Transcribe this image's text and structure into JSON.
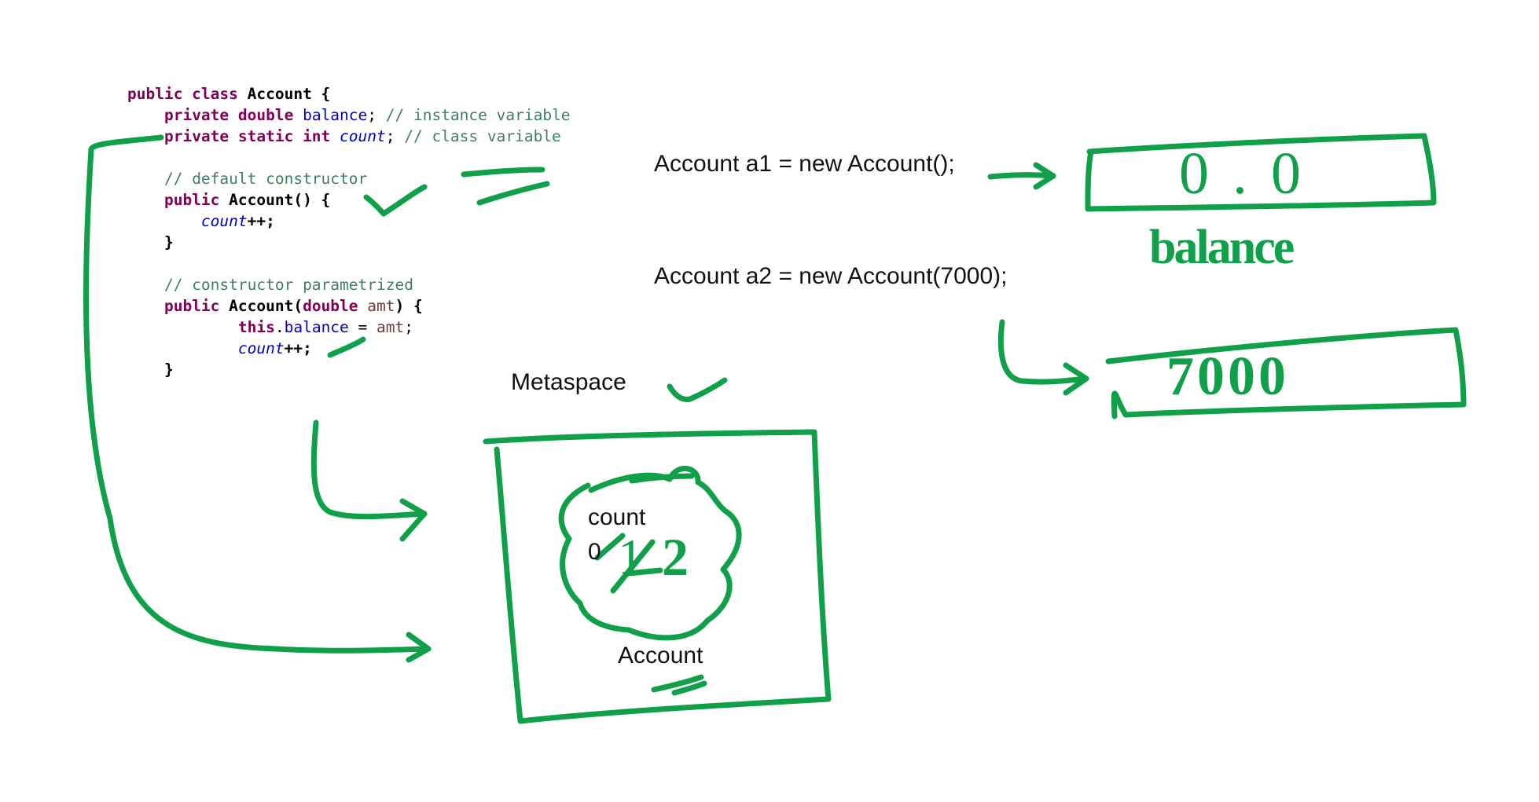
{
  "code": {
    "lines": [
      [
        {
          "t": "public class ",
          "c": "kw"
        },
        {
          "t": "Account {",
          "c": "b"
        }
      ],
      [
        {
          "t": "    "
        },
        {
          "t": "private double ",
          "c": "kw"
        },
        {
          "t": "balance",
          "c": "fd"
        },
        {
          "t": "; "
        },
        {
          "t": "// instance variable",
          "c": "cm"
        }
      ],
      [
        {
          "t": "    "
        },
        {
          "t": "private static int ",
          "c": "kw"
        },
        {
          "t": "count",
          "c": "st"
        },
        {
          "t": "; "
        },
        {
          "t": "// class variable",
          "c": "cm"
        }
      ],
      [
        {
          "t": ""
        }
      ],
      [
        {
          "t": "    "
        },
        {
          "t": "// default constructor",
          "c": "cm"
        }
      ],
      [
        {
          "t": "    "
        },
        {
          "t": "public ",
          "c": "kw"
        },
        {
          "t": "Account() {",
          "c": "b"
        }
      ],
      [
        {
          "t": "        "
        },
        {
          "t": "count",
          "c": "st"
        },
        {
          "t": "++;",
          "c": "b"
        }
      ],
      [
        {
          "t": "    "
        },
        {
          "t": "}",
          "c": "b"
        }
      ],
      [
        {
          "t": ""
        }
      ],
      [
        {
          "t": "    "
        },
        {
          "t": "// constructor parametrized",
          "c": "cm"
        }
      ],
      [
        {
          "t": "    "
        },
        {
          "t": "public ",
          "c": "kw"
        },
        {
          "t": "Account(",
          "c": "b"
        },
        {
          "t": "double ",
          "c": "kw"
        },
        {
          "t": "amt",
          "c": "pm"
        },
        {
          "t": ") {",
          "c": "b"
        }
      ],
      [
        {
          "t": "            "
        },
        {
          "t": "this",
          "c": "kw"
        },
        {
          "t": "."
        },
        {
          "t": "balance",
          "c": "fd"
        },
        {
          "t": " = "
        },
        {
          "t": "amt",
          "c": "pm"
        },
        {
          "t": ";"
        }
      ],
      [
        {
          "t": "            "
        },
        {
          "t": "count",
          "c": "st"
        },
        {
          "t": "++;",
          "c": "b"
        }
      ],
      [
        {
          "t": "    "
        },
        {
          "t": "}",
          "c": "b"
        }
      ]
    ]
  },
  "handwritten": {
    "a1_statement": "Account a1 = new Account();",
    "a2_statement": "Account a2 = new Account(7000);",
    "metaspace_label": "Metaspace",
    "count_label": "count",
    "count_value_zero": "0",
    "count_value_one": "1",
    "count_value_two": "2",
    "class_label": "Account",
    "a1_value": "0.0",
    "balance_label": "balance",
    "a2_value": "7000"
  },
  "colors": {
    "ink": "#10a04a"
  }
}
